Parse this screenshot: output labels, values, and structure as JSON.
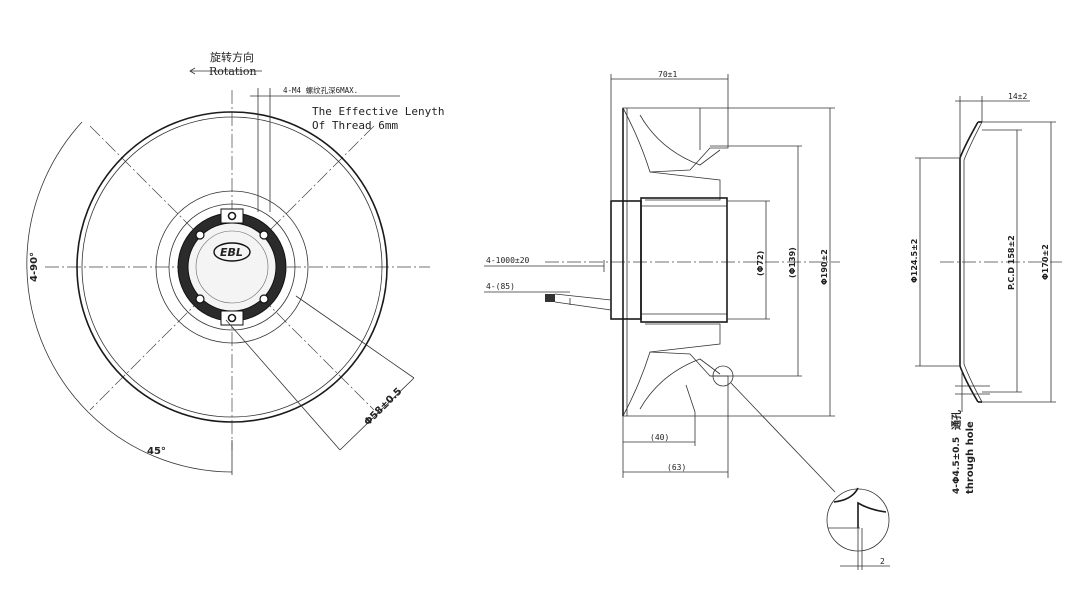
{
  "front_view": {
    "rotation_cn": "旋转方向",
    "rotation_en": "Rotation",
    "thread_note": "4-M4 螺纹孔深6MAX.",
    "effective_length_line1": "The Effective Lenyth",
    "effective_length_line2": "Of Thread 6mm",
    "angle_90": "4-90°",
    "angle_45": "45°",
    "hole_circle_dia": "Φ58±0.5",
    "logo_text": "EBL"
  },
  "side_view": {
    "width_total": "70±1",
    "width_40": "(40)",
    "width_63": "(63)",
    "lead_length": "4-1000±20",
    "lead_strip": "4-(85)",
    "dia_72": "(Φ72)",
    "dia_139": "(Φ139)",
    "dia_190": "Φ190±2",
    "detail_gap": "2"
  },
  "inlet_ring": {
    "depth": "14±2",
    "dia_124": "Φ124.5±2",
    "pcd": "P.C.D 158±2",
    "dia_170": "Φ170±2",
    "hole_cn": "通孔",
    "hole_spec": "4-Φ4.5±0.5",
    "hole_en": "through hole"
  }
}
